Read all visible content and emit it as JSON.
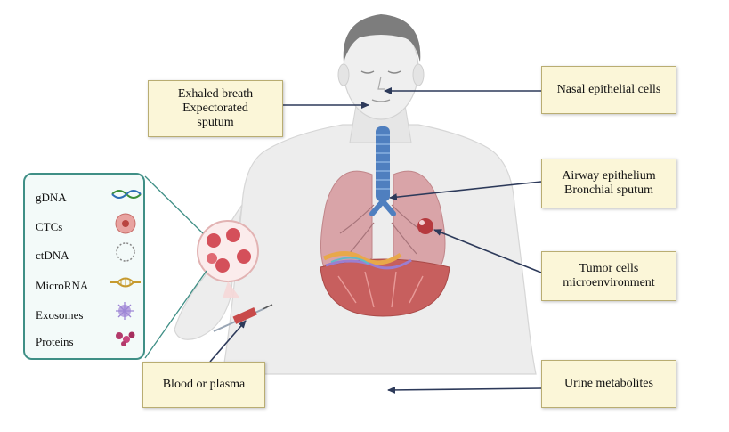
{
  "labels": {
    "exhaled": [
      "Exhaled breath",
      "Expectorated",
      "sputum"
    ],
    "nasal": [
      "Nasal epithelial cells"
    ],
    "airway": [
      "Airway epithelium",
      "Bronchial sputum"
    ],
    "tumor": [
      "Tumor cells",
      "microenvironment"
    ],
    "blood": [
      "Blood or plasma"
    ],
    "urine": [
      "Urine metabolites"
    ]
  },
  "biomarkers": [
    {
      "label": "gDNA",
      "icon": "dna-helix-icon"
    },
    {
      "label": "CTCs",
      "icon": "cell-icon"
    },
    {
      "label": "ctDNA",
      "icon": "circular-dna-icon"
    },
    {
      "label": "MicroRNA",
      "icon": "microrna-icon"
    },
    {
      "label": "Exosomes",
      "icon": "exosome-icon"
    },
    {
      "label": "Proteins",
      "icon": "protein-icon"
    }
  ],
  "colors": {
    "box_fill": "#fbf6d8",
    "box_border": "#b9ad72",
    "arrow": "#2d3a5a",
    "panel_border": "#3f8f86",
    "skin": "#ececec",
    "lung": "#d9a4a8",
    "trachea": "#4f7fbf",
    "diaphragm": "#c75f5e",
    "blood_cell": "#d4505a"
  }
}
